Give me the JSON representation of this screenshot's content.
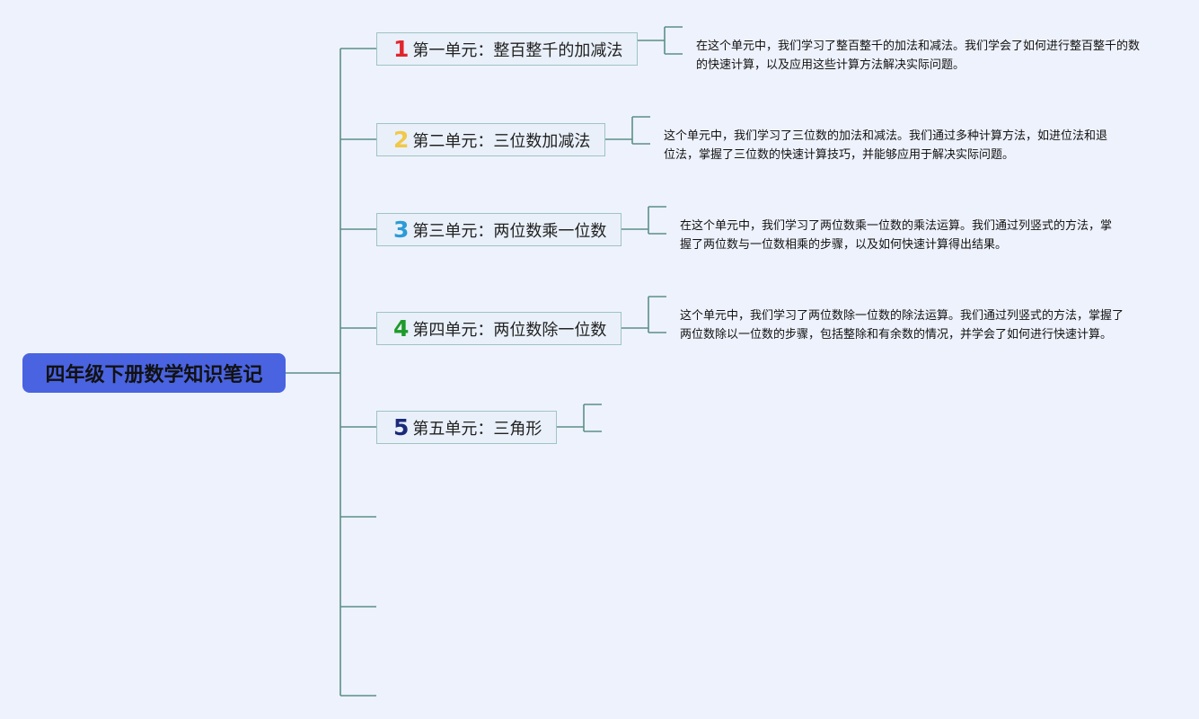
{
  "root": {
    "title": "四年级下册数学知识笔记"
  },
  "units": [
    {
      "number": "1",
      "title": "第一单元：整百整千的加减法",
      "color": "#e0252c",
      "desc": "在这个单元中，我们学习了整百整千的加法和减法。我们学会了如何进行整百整千的数的快速计算，以及应用这些计算方法解决实际问题。"
    },
    {
      "number": "2",
      "title": "第二单元：三位数加减法",
      "color": "#f0c94a",
      "desc": "这个单元中，我们学习了三位数的加法和减法。我们通过多种计算方法，如进位法和退位法，掌握了三位数的快速计算技巧，并能够应用于解决实际问题。"
    },
    {
      "number": "3",
      "title": "第三单元：两位数乘一位数",
      "color": "#2c9bd6",
      "desc": "在这个单元中，我们学习了两位数乘一位数的乘法运算。我们通过列竖式的方法，掌握了两位数与一位数相乘的步骤，以及如何快速计算得出结果。"
    },
    {
      "number": "4",
      "title": "第四单元：两位数除一位数",
      "color": "#1e9a2a",
      "desc": "这个单元中，我们学习了两位数除一位数的除法运算。我们通过列竖式的方法，掌握了两位数除以一位数的步骤，包括整除和有余数的情况，并学会了如何进行快速计算。"
    },
    {
      "number": "5",
      "title": "第五单元：三角形",
      "color": "#1b2a78",
      "desc": ""
    }
  ]
}
